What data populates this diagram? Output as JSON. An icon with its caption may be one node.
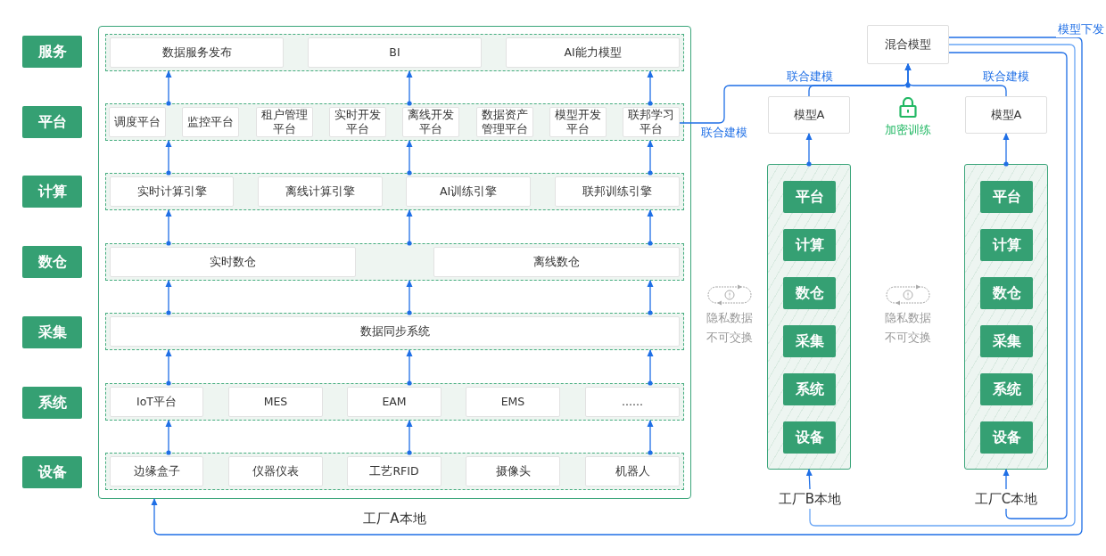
{
  "diagram": {
    "nodes": [
      {
        "text": [
          "服务"
        ]
      },
      {
        "text": [
          "平台"
        ]
      },
      {
        "text": [
          "计算"
        ]
      },
      {
        "text": [
          "数仓"
        ]
      },
      {
        "text": [
          "采集"
        ]
      },
      {
        "text": [
          "系统"
        ]
      },
      {
        "text": [
          "设备"
        ]
      },
      {
        "text": [],
        "shape": "box",
        "beside": [
          "工厂A本地"
        ]
      },
      {
        "text": [],
        "shape": "box",
        "in": 7
      },
      {
        "text": [
          "数据服务发布"
        ],
        "in": 8
      },
      {
        "text": [
          "BI"
        ],
        "in": 8
      },
      {
        "text": [
          "AI能力模型"
        ],
        "in": 8
      },
      {
        "text": [],
        "shape": "box",
        "in": 7
      },
      {
        "text": [
          "调度平台"
        ],
        "in": 12
      },
      {
        "text": [
          "监控平台"
        ],
        "in": 12
      },
      {
        "text": [
          "租户管理平台"
        ],
        "in": 12
      },
      {
        "text": [
          "实时开发平台"
        ],
        "in": 12
      },
      {
        "text": [
          "离线开发平台"
        ],
        "in": 12
      },
      {
        "text": [
          "数据资产管理平台"
        ],
        "in": 12
      },
      {
        "text": [
          "模型开发平台"
        ],
        "in": 12
      },
      {
        "text": [
          "联邦学习平台"
        ],
        "in": 12
      },
      {
        "text": [],
        "shape": "box",
        "in": 7
      },
      {
        "text": [
          "实时计算引擎"
        ],
        "in": 21
      },
      {
        "text": [
          "离线计算引擎"
        ],
        "in": 21
      },
      {
        "text": [
          "AI训练引擎"
        ],
        "in": 21
      },
      {
        "text": [
          "联邦训练引擎"
        ],
        "in": 21
      },
      {
        "text": [],
        "shape": "box",
        "in": 7
      },
      {
        "text": [
          "实时数仓"
        ],
        "in": 26
      },
      {
        "text": [
          "离线数仓"
        ],
        "in": 26
      },
      {
        "text": [],
        "shape": "box",
        "in": 7
      },
      {
        "text": [
          "数据同步系统"
        ],
        "in": 29
      },
      {
        "text": [],
        "shape": "box",
        "in": 7
      },
      {
        "text": [
          "IoT平台"
        ],
        "in": 31
      },
      {
        "text": [
          "MES"
        ],
        "in": 31
      },
      {
        "text": [
          "EAM"
        ],
        "in": 31
      },
      {
        "text": [
          "EMS"
        ],
        "in": 31
      },
      {
        "text": [
          "......"
        ],
        "in": 31
      },
      {
        "text": [],
        "shape": "box",
        "in": 7
      },
      {
        "text": [
          "边缘盒子"
        ],
        "in": 37
      },
      {
        "text": [
          "仪器仪表"
        ],
        "in": 37
      },
      {
        "text": [
          "工艺RFID"
        ],
        "in": 37
      },
      {
        "text": [
          "摄像头"
        ],
        "in": 37
      },
      {
        "text": [
          "机器人"
        ],
        "in": 37
      },
      {
        "text": [
          "混合模型"
        ]
      },
      {
        "text": [
          "模型A"
        ]
      },
      {
        "text": [],
        "shape": "box"
      },
      {
        "text": [
          "平台"
        ],
        "in": 45
      },
      {
        "text": [
          "计算"
        ],
        "in": 45
      },
      {
        "text": [
          "数仓"
        ],
        "in": 45
      },
      {
        "text": [
          "采集"
        ],
        "in": 45
      },
      {
        "text": [
          "系统"
        ],
        "in": 45
      },
      {
        "text": [
          "设备"
        ],
        "in": 45
      },
      {
        "text": [
          "工厂B本地"
        ]
      },
      {
        "text": [
          "模型A"
        ]
      },
      {
        "text": [],
        "shape": "box"
      },
      {
        "text": [
          "平台"
        ],
        "in": 54
      },
      {
        "text": [
          "计算"
        ],
        "in": 54
      },
      {
        "text": [
          "数仓"
        ],
        "in": 54
      },
      {
        "text": [
          "采集"
        ],
        "in": 54
      },
      {
        "text": [
          "系统"
        ],
        "in": 54
      },
      {
        "text": [
          "设备"
        ],
        "in": 54
      },
      {
        "text": [
          "工厂C本地"
        ]
      }
    ],
    "edges": [
      {
        "from": 12,
        "to": 8,
        "arrow": "to"
      },
      {
        "from": 12,
        "to": 8,
        "arrow": "to"
      },
      {
        "from": 12,
        "to": 8,
        "arrow": "to"
      },
      {
        "from": 21,
        "to": 12,
        "arrow": "to"
      },
      {
        "from": 21,
        "to": 12,
        "arrow": "to"
      },
      {
        "from": 21,
        "to": 12,
        "arrow": "to"
      },
      {
        "from": 26,
        "to": 21,
        "arrow": "to"
      },
      {
        "from": 26,
        "to": 21,
        "arrow": "to"
      },
      {
        "from": 26,
        "to": 21,
        "arrow": "to"
      },
      {
        "from": 29,
        "to": 26,
        "arrow": "to"
      },
      {
        "from": 29,
        "to": 26,
        "arrow": "to"
      },
      {
        "from": 29,
        "to": 26,
        "arrow": "to"
      },
      {
        "from": 31,
        "to": 29,
        "arrow": "to"
      },
      {
        "from": 31,
        "to": 29,
        "arrow": "to"
      },
      {
        "from": 31,
        "to": 29,
        "arrow": "to"
      },
      {
        "from": 37,
        "to": 31,
        "arrow": "to"
      },
      {
        "from": 37,
        "to": 31,
        "arrow": "to"
      },
      {
        "from": 37,
        "to": 31,
        "arrow": "to"
      },
      {
        "from": 20,
        "to": 43,
        "arrow": "to",
        "label": "联合建模"
      },
      {
        "from": 44,
        "to": 43,
        "arrow": "to",
        "label": "联合建模"
      },
      {
        "from": 53,
        "to": 43,
        "arrow": "to",
        "label": "联合建模"
      },
      {
        "from": 45,
        "to": 44,
        "arrow": "to"
      },
      {
        "from": 54,
        "to": 53,
        "arrow": "to"
      },
      {
        "from": 52,
        "to": 45,
        "arrow": "to"
      },
      {
        "from": 61,
        "to": 54,
        "arrow": "to"
      },
      {
        "from": 43,
        "to": 7,
        "arrow": "to",
        "label": "模型下发"
      },
      {
        "from": 43,
        "to": 52,
        "arrow": "none",
        "color": "#6aa6f5"
      },
      {
        "from": 43,
        "to": 61,
        "arrow": "none"
      }
    ],
    "labels": [
      "加密训练",
      "隐私数据不可交换",
      "隐私数据不可交换"
    ]
  }
}
